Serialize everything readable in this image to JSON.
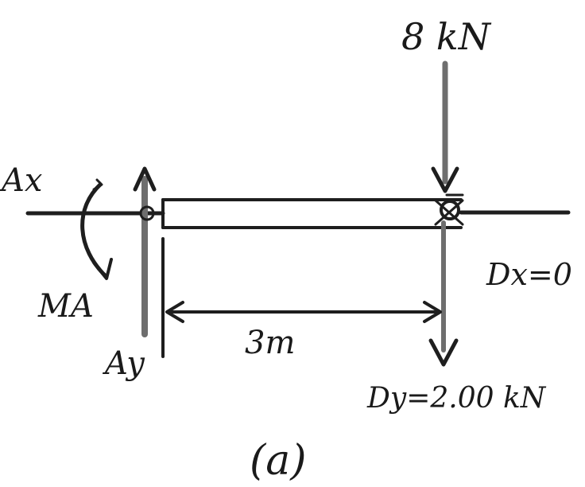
{
  "diagram": {
    "applied_load": "8 kN",
    "span": "3m",
    "labels": {
      "ax": "Ax",
      "ma": "MA",
      "ay": "Ay",
      "dx": "Dx=0",
      "dy": "Dy=2.00 kN",
      "caption": "(a)"
    },
    "colors": {
      "ink": "#1e1e1e",
      "shaft": "#6e6e6e",
      "paper": "#ffffff"
    }
  }
}
